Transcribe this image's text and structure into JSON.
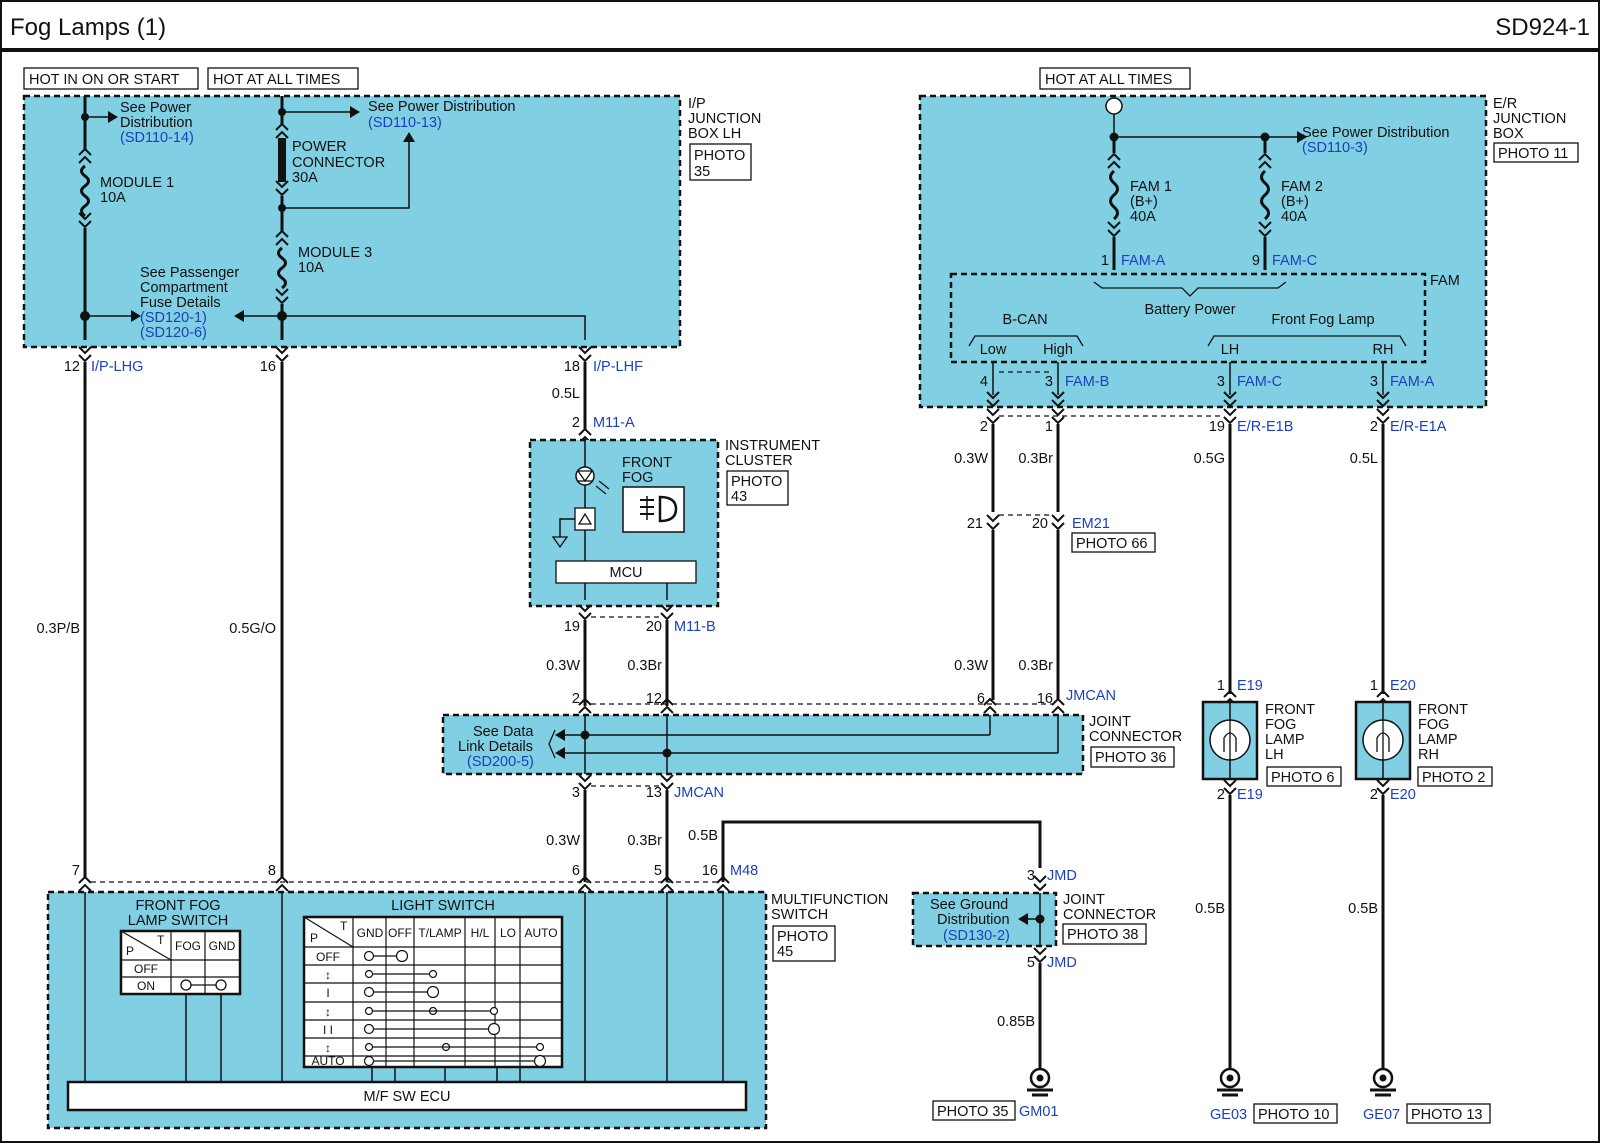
{
  "title": "Fog Lamps (1)",
  "code": "SD924-1",
  "power": {
    "hot_on_start": "HOT IN ON OR START",
    "hot_all_times_1": "HOT AT ALL TIMES",
    "hot_all_times_2": "HOT AT ALL TIMES"
  },
  "ip_junction": {
    "label_1": "I/P",
    "label_2": "JUNCTION",
    "label_3": "BOX LH",
    "photo_1": "PHOTO",
    "photo_2": "35",
    "see_power_a_1": "See Power",
    "see_power_a_2": "Distribution",
    "see_power_a_ref": "(SD110-14)",
    "see_power_b": "See Power Distribution",
    "see_power_b_ref": "(SD110-13)",
    "power_conn_1": "POWER",
    "power_conn_2": "CONNECTOR",
    "power_conn_3": "30A",
    "module1_1": "MODULE 1",
    "module1_2": "10A",
    "module3_1": "MODULE 3",
    "module3_2": "10A",
    "passenger_1": "See Passenger",
    "passenger_2": "Compartment",
    "passenger_3": "Fuse Details",
    "passenger_ref1": "(SD120-1)",
    "passenger_ref2": "(SD120-6)",
    "pin12": "12",
    "conn_lhg": "I/P-LHG",
    "pin16": "16",
    "pin18": "18",
    "conn_lhf": "I/P-LHF"
  },
  "wires": {
    "w05l": "0.5L",
    "w03pb": "0.3P/B",
    "w05go": "0.5G/O",
    "w03w": "0.3W",
    "w03br": "0.3Br",
    "w05b": "0.5B",
    "w05g": "0.5G",
    "w05l2": "0.5L",
    "w085b": "0.85B"
  },
  "cluster": {
    "pin2": "2",
    "conn_a": "M11-A",
    "label_1": "INSTRUMENT",
    "label_2": "CLUSTER",
    "photo_1": "PHOTO",
    "photo_2": "43",
    "front_fog_1": "FRONT",
    "front_fog_2": "FOG",
    "mcu": "MCU",
    "pin19": "19",
    "pin20": "20",
    "conn_b": "M11-B"
  },
  "joint_can": {
    "pin2": "2",
    "pin12": "12",
    "pin6": "6",
    "pin16": "16",
    "conn": "JMCAN",
    "label_1": "JOINT",
    "label_2": "CONNECTOR",
    "photo": "PHOTO 36",
    "see_data_1": "See Data",
    "see_data_2": "Link Details",
    "see_data_ref": "(SD200-5)",
    "pin3": "3",
    "pin13": "13",
    "conn2": "JMCAN"
  },
  "er_junction": {
    "label_1": "E/R",
    "label_2": "JUNCTION",
    "label_3": "BOX",
    "photo": "PHOTO 11",
    "see_power": "See Power Distribution",
    "see_power_ref": "(SD110-3)",
    "fam1_1": "FAM 1",
    "fam1_2": "(B+)",
    "fam1_3": "40A",
    "fam2_1": "FAM 2",
    "fam2_2": "(B+)",
    "fam2_3": "40A",
    "pin1": "1",
    "conn_fama": "FAM-A",
    "pin9": "9",
    "conn_famc": "FAM-C",
    "fam": "FAM",
    "battery_power": "Battery Power",
    "bcan": "B-CAN",
    "low": "Low",
    "high": "High",
    "front_fog_lamp": "Front Fog Lamp",
    "lh": "LH",
    "rh": "RH",
    "pin4": "4",
    "pin3a": "3",
    "conn_famb": "FAM-B",
    "pin3b": "3",
    "conn_famc2": "FAM-C",
    "pin3c": "3",
    "conn_fama2": "FAM-A"
  },
  "er_connectors": {
    "pin2a": "2",
    "pin1": "1",
    "pin19": "19",
    "conn_e1b": "E/R-E1B",
    "pin2b": "2",
    "conn_e1a": "E/R-E1A",
    "pin21": "21",
    "pin20": "20",
    "conn_em21": "EM21",
    "photo_66": "PHOTO 66"
  },
  "lamp_lh": {
    "pin1": "1",
    "conn": "E19",
    "label_1": "FRONT",
    "label_2": "FOG",
    "label_3": "LAMP",
    "label_4": "LH",
    "photo": "PHOTO 6",
    "pin2": "2",
    "conn2": "E19",
    "ground": "GE03",
    "ground_photo": "PHOTO 10"
  },
  "lamp_rh": {
    "pin1": "1",
    "conn": "E20",
    "label_1": "FRONT",
    "label_2": "FOG",
    "label_3": "LAMP",
    "label_4": "RH",
    "photo": "PHOTO 2",
    "pin2": "2",
    "conn2": "E20",
    "ground": "GE07",
    "ground_photo": "PHOTO 13"
  },
  "jmd": {
    "pin3": "3",
    "conn": "JMD",
    "see_ground_1": "See Ground",
    "see_ground_2": "Distribution",
    "see_ground_ref": "(SD130-2)",
    "label_1": "JOINT",
    "label_2": "CONNECTOR",
    "photo": "PHOTO 38",
    "pin5": "5",
    "conn2": "JMD",
    "ground": "GM01",
    "ground_photo": "PHOTO 35"
  },
  "multifunction": {
    "pin7": "7",
    "pin8": "8",
    "pin6": "6",
    "pin5": "5",
    "pin16": "16",
    "conn": "M48",
    "label_1": "MULTIFUNCTION",
    "label_2": "SWITCH",
    "photo_1": "PHOTO",
    "photo_2": "45",
    "fog_switch_1": "FRONT FOG",
    "fog_switch_2": "LAMP SWITCH",
    "fs_p": "P",
    "fs_t": "T",
    "fs_fog": "FOG",
    "fs_gnd": "GND",
    "fs_off": "OFF",
    "fs_on": "ON",
    "light_switch": "LIGHT SWITCH",
    "ls_p": "P",
    "ls_t": "T",
    "ls_cols": [
      "GND",
      "OFF",
      "T/LAMP",
      "H/L",
      "LO",
      "AUTO"
    ],
    "ls_rows": [
      "OFF",
      "↕",
      "I",
      "↕",
      "I I",
      "↕",
      "AUTO"
    ],
    "ecu": "M/F SW ECU"
  }
}
